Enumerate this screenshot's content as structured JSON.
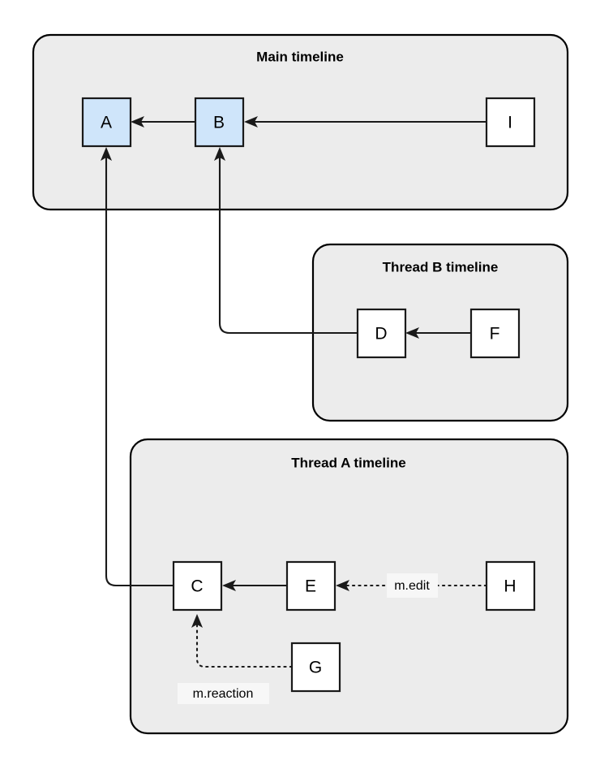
{
  "diagram": {
    "title_hidden": "",
    "colors": {
      "group_fill": "#ececec",
      "group_stroke": "#000000",
      "node_stroke": "#1a1a1a",
      "node_fill_plain": "#ffffff",
      "node_fill_highlight": "#cfe5fa",
      "edge_stroke": "#1a1a1a",
      "label_bg": "#f7f7f7",
      "canvas": "#ffffff"
    },
    "groups": [
      {
        "id": "main",
        "title": "Main timeline"
      },
      {
        "id": "threadB",
        "title": "Thread B timeline"
      },
      {
        "id": "threadA",
        "title": "Thread A timeline"
      }
    ],
    "nodes": [
      {
        "id": "A",
        "label": "A",
        "group": "main",
        "style": "highlight"
      },
      {
        "id": "B",
        "label": "B",
        "group": "main",
        "style": "highlight"
      },
      {
        "id": "I",
        "label": "I",
        "group": "main",
        "style": "plain"
      },
      {
        "id": "D",
        "label": "D",
        "group": "threadB",
        "style": "plain"
      },
      {
        "id": "F",
        "label": "F",
        "group": "threadB",
        "style": "plain"
      },
      {
        "id": "C",
        "label": "C",
        "group": "threadA",
        "style": "plain"
      },
      {
        "id": "E",
        "label": "E",
        "group": "threadA",
        "style": "plain"
      },
      {
        "id": "H",
        "label": "H",
        "group": "threadA",
        "style": "plain"
      },
      {
        "id": "G",
        "label": "G",
        "group": "threadA",
        "style": "plain"
      }
    ],
    "edges": [
      {
        "id": "B-A",
        "from": "B",
        "to": "A",
        "style": "solid",
        "label": ""
      },
      {
        "id": "I-B",
        "from": "I",
        "to": "B",
        "style": "solid",
        "label": ""
      },
      {
        "id": "F-D",
        "from": "F",
        "to": "D",
        "style": "solid",
        "label": ""
      },
      {
        "id": "D-B",
        "from": "D",
        "to": "B",
        "style": "solid",
        "label": ""
      },
      {
        "id": "E-C",
        "from": "E",
        "to": "C",
        "style": "solid",
        "label": ""
      },
      {
        "id": "C-A",
        "from": "C",
        "to": "A",
        "style": "solid",
        "label": ""
      },
      {
        "id": "H-E",
        "from": "H",
        "to": "E",
        "style": "dotted",
        "label": "m.edit"
      },
      {
        "id": "G-C",
        "from": "G",
        "to": "C",
        "style": "dotted",
        "label": "m.reaction"
      }
    ],
    "edge_labels": {
      "m_edit": "m.edit",
      "m_reaction": "m.reaction"
    }
  }
}
